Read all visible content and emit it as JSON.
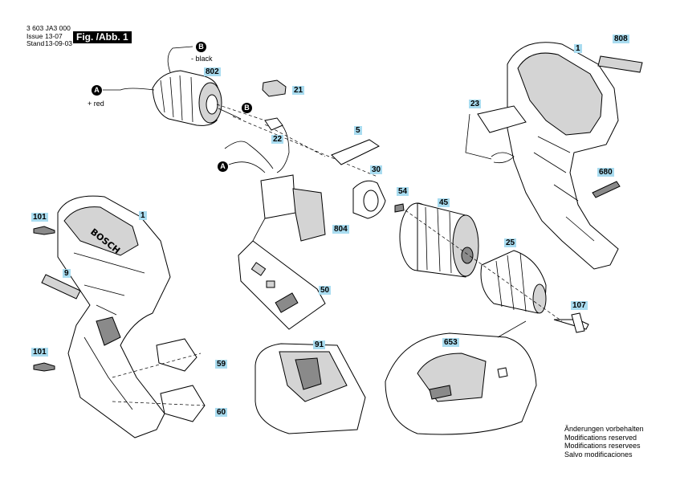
{
  "header": {
    "doc_number": "3 603 JA3 000",
    "issue_label": "Issue",
    "stand_label": "Stand",
    "issue_value": "13-07",
    "stand_value": "13-09-03",
    "fig_label": "Fig. /Abb. 1"
  },
  "connectors": {
    "a": "A",
    "b": "B",
    "red_label": "+ red",
    "black_label": "- black"
  },
  "parts": {
    "p1_housing_left": "1",
    "p1_housing_right": "1",
    "p5": "5",
    "p9": "9",
    "p21": "21",
    "p22": "22",
    "p23": "23",
    "p25": "25",
    "p30": "30",
    "p45": "45",
    "p50": "50",
    "p54": "54",
    "p59": "59",
    "p60": "60",
    "p91": "91",
    "p101_top": "101",
    "p101_bottom": "101",
    "p107": "107",
    "p653": "653",
    "p680": "680",
    "p802": "802",
    "p804": "804",
    "p808": "808"
  },
  "notes": [
    "Änderungen vorbehalten",
    "Modifications reserved",
    "Modifications reservees",
    "Salvo modificaciones"
  ]
}
